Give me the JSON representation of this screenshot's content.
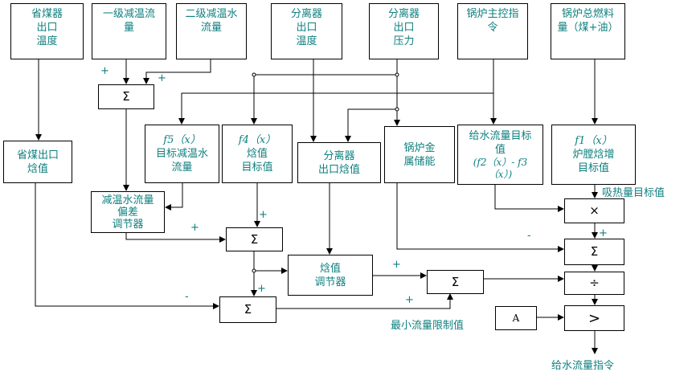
{
  "inputs": {
    "eco_outlet_temp": "省煤器\n出口\n温度",
    "attemp1_flow": "一级减温流\n量",
    "attemp2_flow": "二级减温水\n流量",
    "sep_outlet_temp": "分离器\n出口\n温度",
    "sep_outlet_press": "分离器\n出口\n压力",
    "boiler_master": "锅炉主控指\n令",
    "total_fuel": "锅炉总燃料\n量（煤+油）"
  },
  "blocks": {
    "sum_top": "Σ",
    "eco_enthalpy": "省煤出口\n焓值",
    "f5_title": "f5（x）",
    "f5_body": "目标减温水\n流量",
    "f4_title": "f4（x）",
    "f4_body": "焓值\n目标值",
    "sep_enthalpy": "分离器\n出口焓值",
    "metal_storage": "锅炉金\n属储能",
    "fw_target_title": "给水流量目标\n值",
    "fw_target_formula": "(f2（x）- f3\n（x）)",
    "f1_title": "f1（x）",
    "f1_body": "炉膛焓增\n目标值",
    "attemp_dev": "减温水流量\n偏差\n调节器",
    "sum_mid": "Σ",
    "enthalpy_ctrl": "焓值\n调节器",
    "sum_low": "Σ",
    "sum_bottom": "Σ",
    "mult": "×",
    "sum_right": "Σ",
    "div": "÷",
    "gt": ">",
    "const_a": "A"
  },
  "labels": {
    "heat_target": "吸热量目标值",
    "min_flow": "最小流量限制值",
    "fw_cmd": "给水流量指令"
  },
  "signs": {
    "plus": "+",
    "minus": "-"
  }
}
